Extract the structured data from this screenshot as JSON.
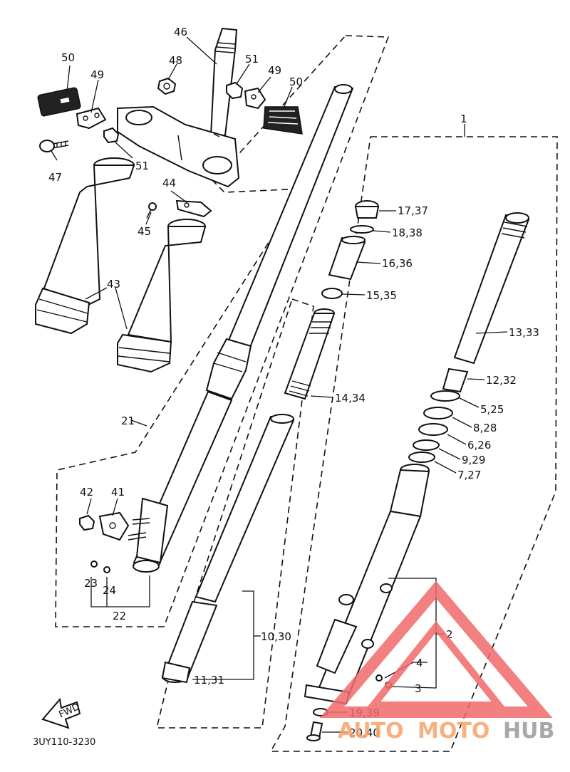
{
  "diagram_code": "3UY110-3230",
  "fwd_label": "FWD",
  "watermark": {
    "part1": "AUTO",
    "part2": "MOTO",
    "part3": "HUB",
    "color_triangle": "#f26b6b",
    "color_orange": "#f7a468",
    "color_grey": "#9a9a9a"
  },
  "callouts": {
    "c1": "1",
    "c2": "2",
    "c3": "3",
    "c4": "4",
    "c5_25": "5,25",
    "c6_26": "6,26",
    "c7_27": "7,27",
    "c8_28": "8,28",
    "c9_29": "9,29",
    "c10_30": "10,30",
    "c11_31": "11,31",
    "c12_32": "12,32",
    "c13_33": "13,33",
    "c14_34": "14,34",
    "c15_35": "15,35",
    "c16_36": "16,36",
    "c17_37": "17,37",
    "c18_38": "18,38",
    "c19_39": "19,39",
    "c20_40": "20,40",
    "c21": "21",
    "c22": "22",
    "c23": "23",
    "c24": "24",
    "c41": "41",
    "c42": "42",
    "c43": "43",
    "c44": "44",
    "c45": "45",
    "c46": "46",
    "c47": "47",
    "c48": "48",
    "c49a": "49",
    "c49b": "49",
    "c50a": "50",
    "c50b": "50",
    "c51a": "51",
    "c51b": "51"
  }
}
